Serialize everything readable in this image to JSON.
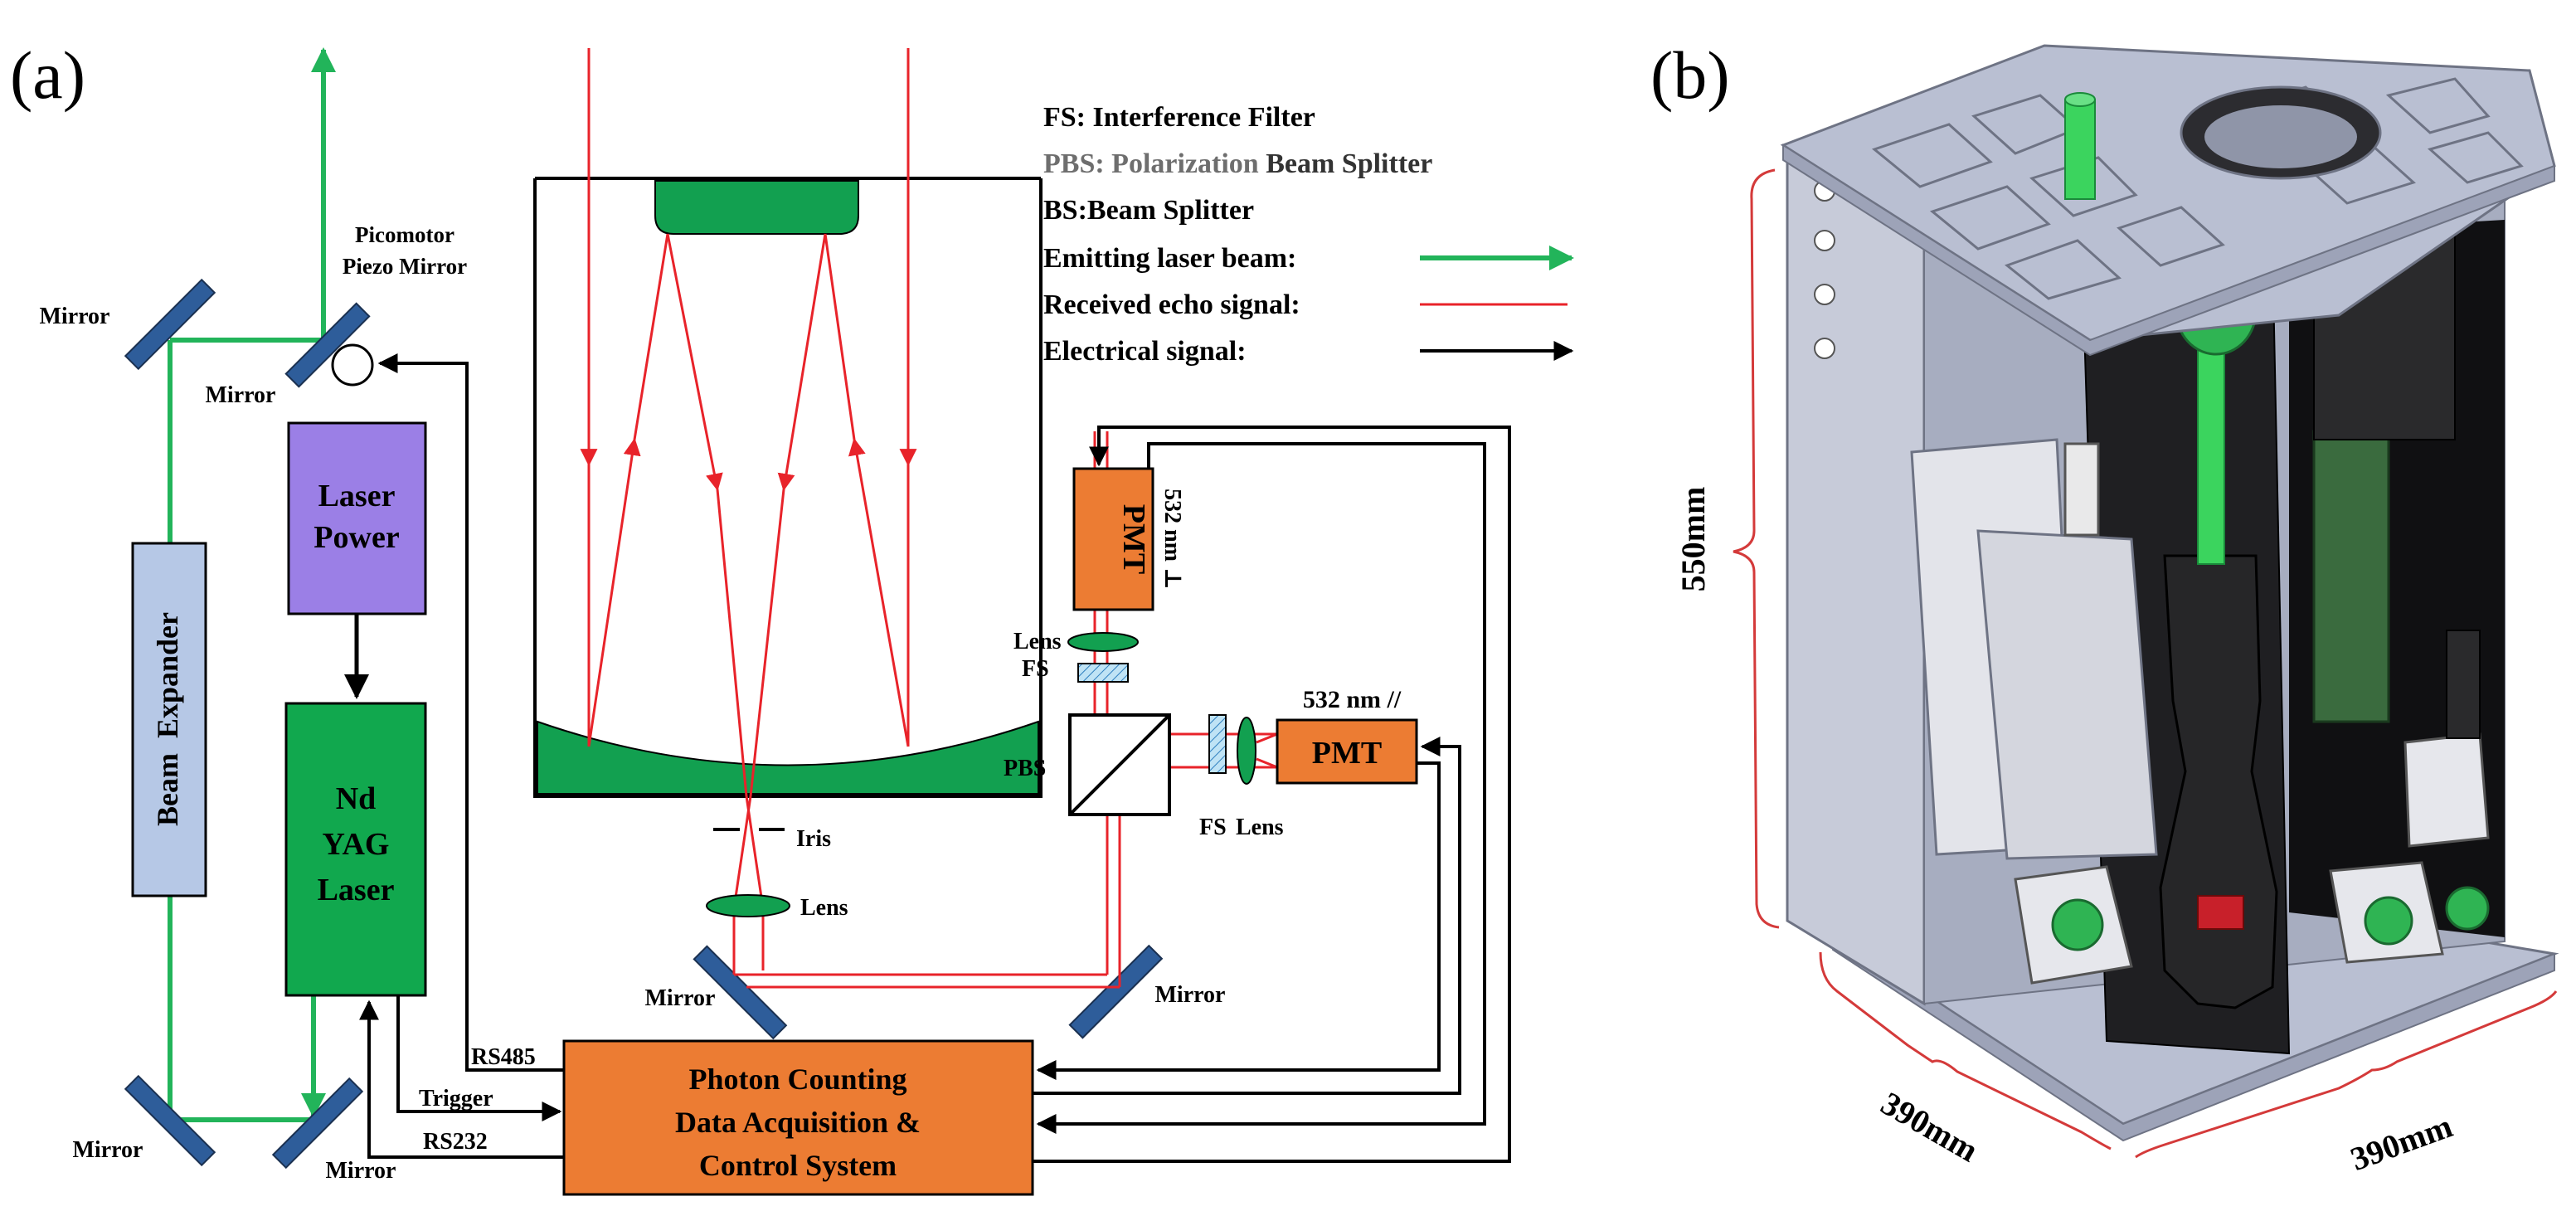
{
  "panel_a": {
    "label": "(a)",
    "legend": {
      "fs": "FS: Interference Filter",
      "pbs_prefix": "PBS: Polarization",
      "pbs_suffix": " Beam Splitter",
      "bs": "BS:Beam Splitter",
      "emitting": "Emitting laser beam:",
      "received": "Received echo signal:",
      "electrical": "Electrical signal:"
    },
    "labels": {
      "picomotor_line1": "Picomotor",
      "picomotor_line2": "Piezo Mirror",
      "mirror": "Mirror",
      "laser_power_line1": "Laser",
      "laser_power_line2": "Power",
      "beam_expander": "Beam  Expander",
      "nd_yag_line1": "Nd",
      "nd_yag_line2": "YAG",
      "nd_yag_line3": "Laser",
      "pmt": "PMT",
      "pmt_perp_label": "532 nm ⊥",
      "pmt_par_label": "532 nm //",
      "lens": "Lens",
      "fs": "FS",
      "pbs": "PBS",
      "iris": "Iris",
      "rs485": "RS485",
      "trigger": "Trigger",
      "rs232": "RS232",
      "daq_line1": "Photon Counting",
      "daq_line2": "Data Acquisition &",
      "daq_line3": "Control System"
    },
    "colors": {
      "green_beam": "#22b45a",
      "echo_red": "#e8232a",
      "telescope_green": "#12a050",
      "laser_green": "#11a84e",
      "laser_power_purple": "#9b7fe6",
      "beam_expander_blue": "#b6c8e6",
      "pmt_orange": "#ec7c33",
      "mirror_blue": "#2e5d9a"
    }
  },
  "panel_b": {
    "label": "(b)",
    "dim_height": "550mm",
    "dim_depth": "390mm",
    "dim_width": "390mm",
    "colors": {
      "plate": "#b9bfd2",
      "dimension_red": "#d43a3a",
      "beam_green": "#3bd45e"
    }
  }
}
